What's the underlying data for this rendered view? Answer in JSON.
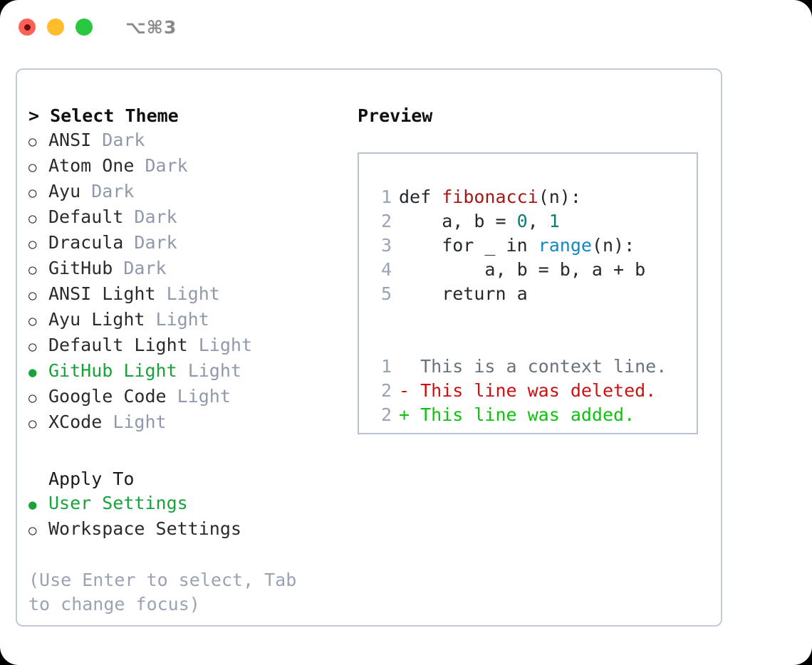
{
  "titlebar": {
    "shortcut": "⌥⌘3",
    "lights": [
      {
        "name": "close",
        "color": "#ff6159"
      },
      {
        "name": "minimize",
        "color": "#ffbd2e"
      },
      {
        "name": "maximize",
        "color": "#28c840"
      }
    ]
  },
  "theme_picker": {
    "heading": "> Select Theme",
    "caret": ">",
    "heading_text": "Select Theme",
    "bullet_unselected": "○",
    "bullet_selected": "●",
    "options": [
      {
        "name": "ANSI",
        "tag": "Dark",
        "selected": false
      },
      {
        "name": "Atom One",
        "tag": "Dark",
        "selected": false
      },
      {
        "name": "Ayu",
        "tag": "Dark",
        "selected": false
      },
      {
        "name": "Default",
        "tag": "Dark",
        "selected": false
      },
      {
        "name": "Dracula",
        "tag": "Dark",
        "selected": false
      },
      {
        "name": "GitHub",
        "tag": "Dark",
        "selected": false
      },
      {
        "name": "ANSI Light",
        "tag": "Light",
        "selected": false
      },
      {
        "name": "Ayu Light",
        "tag": "Light",
        "selected": false
      },
      {
        "name": "Default Light",
        "tag": "Light",
        "selected": false
      },
      {
        "name": "GitHub Light",
        "tag": "Light",
        "selected": true
      },
      {
        "name": "Google Code",
        "tag": "Light",
        "selected": false
      },
      {
        "name": "XCode",
        "tag": "Light",
        "selected": false
      }
    ]
  },
  "apply_to": {
    "heading": "Apply To",
    "options": [
      {
        "name": "User Settings",
        "selected": true
      },
      {
        "name": "Workspace Settings",
        "selected": false
      }
    ]
  },
  "hint": "(Use Enter to select, Tab to change focus)",
  "preview": {
    "label": "Preview",
    "code_lines": [
      {
        "num": "1",
        "tokens": [
          {
            "t": "def ",
            "c": "tok-plain"
          },
          {
            "t": "fibonacci",
            "c": "tok-fn"
          },
          {
            "t": "(n):",
            "c": "tok-plain"
          }
        ]
      },
      {
        "num": "2",
        "tokens": [
          {
            "t": "    a, b = ",
            "c": "tok-plain"
          },
          {
            "t": "0",
            "c": "tok-num"
          },
          {
            "t": ", ",
            "c": "tok-plain"
          },
          {
            "t": "1",
            "c": "tok-num"
          }
        ]
      },
      {
        "num": "3",
        "tokens": [
          {
            "t": "    for _ in ",
            "c": "tok-plain"
          },
          {
            "t": "range",
            "c": "tok-call"
          },
          {
            "t": "(n):",
            "c": "tok-plain"
          }
        ]
      },
      {
        "num": "4",
        "tokens": [
          {
            "t": "        a, b = b, a + b",
            "c": "tok-plain"
          }
        ]
      },
      {
        "num": "5",
        "tokens": [
          {
            "t": "    return a",
            "c": "tok-plain"
          }
        ]
      }
    ],
    "diff_lines": [
      {
        "num": "1",
        "marker": " ",
        "text": "  This is a context line.",
        "c": "diff-ctx"
      },
      {
        "num": "2",
        "marker": "-",
        "text": "- This line was deleted.",
        "c": "diff-del"
      },
      {
        "num": "2",
        "marker": "+",
        "text": "+ This line was added.",
        "c": "diff-add"
      }
    ]
  },
  "colors": {
    "accent_green": "#17a33a",
    "muted_grey": "#9099ab",
    "hint_grey": "#9aa3b2",
    "border": "#c3cbd8",
    "code_border": "#b9c2d0",
    "fn_red": "#a61717",
    "num_teal": "#0e7c74",
    "call_blue": "#1189c0",
    "diff_del_red": "#cc1111",
    "diff_add_green": "#0ec20e"
  }
}
